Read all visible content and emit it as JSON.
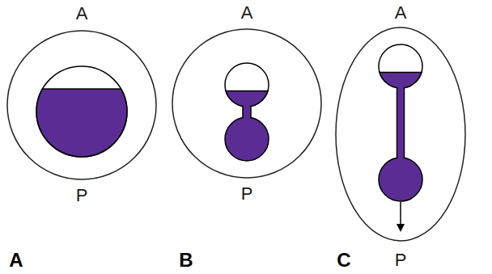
{
  "diagram": {
    "labels": [
      "A",
      "P",
      "A",
      "A",
      "P",
      "B",
      "A",
      "C",
      "P"
    ]
  }
}
